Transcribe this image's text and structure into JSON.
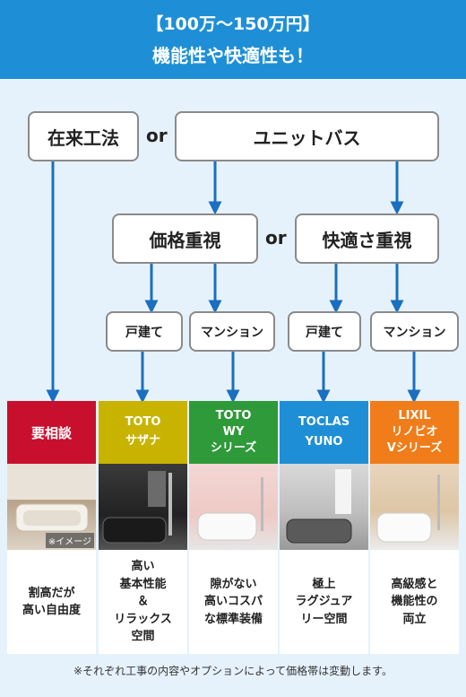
{
  "header": {
    "line1": "【100万〜150万円】",
    "line2": "機能性や快適性も！"
  },
  "flow": {
    "conventional": "在来工法",
    "or1": "or",
    "unit_bath": "ユニットバス",
    "price_focus": "価格重視",
    "or2": "or",
    "comfort_focus": "快適さ重視",
    "house1": "戸建て",
    "mansion1": "マンション",
    "house2": "戸建て",
    "mansion2": "マンション"
  },
  "columns": [
    {
      "head_line1": "要相談",
      "head_line2": "",
      "color": "#c8102e",
      "image_tag": "※イメージ",
      "desc_lines": [
        "割高だが",
        "高い自由度"
      ]
    },
    {
      "head_line1": "TOTO",
      "head_line2": "サザナ",
      "color": "#c8b400",
      "image_tag": "",
      "desc_lines": [
        "高い",
        "基本性能",
        "＆",
        "リラックス",
        "空間"
      ]
    },
    {
      "head_line1": "TOTO",
      "head_line2": "WY",
      "head_line3": "シリーズ",
      "color": "#2e9a3a",
      "image_tag": "",
      "desc_lines": [
        "隙がない",
        "高いコスパ",
        "な標準装備"
      ]
    },
    {
      "head_line1": "TOCLAS",
      "head_line2": "YUNO",
      "color": "#1e8fd6",
      "image_tag": "",
      "desc_lines": [
        "極上",
        "ラグジュア",
        "リー空間"
      ]
    },
    {
      "head_line1": "LIXIL",
      "head_line2": "リノビオ",
      "head_line3": "Vシリーズ",
      "color": "#f07c1a",
      "image_tag": "",
      "desc_lines": [
        "高級感と",
        "機能性の",
        "両立"
      ]
    }
  ],
  "footnote": "※それぞれ工事の内容やオプションによって価格帯は変動します。",
  "colors": {
    "header": "#1e8fd6",
    "arrow": "#1a6fc0",
    "background": "#e6f2fb"
  }
}
